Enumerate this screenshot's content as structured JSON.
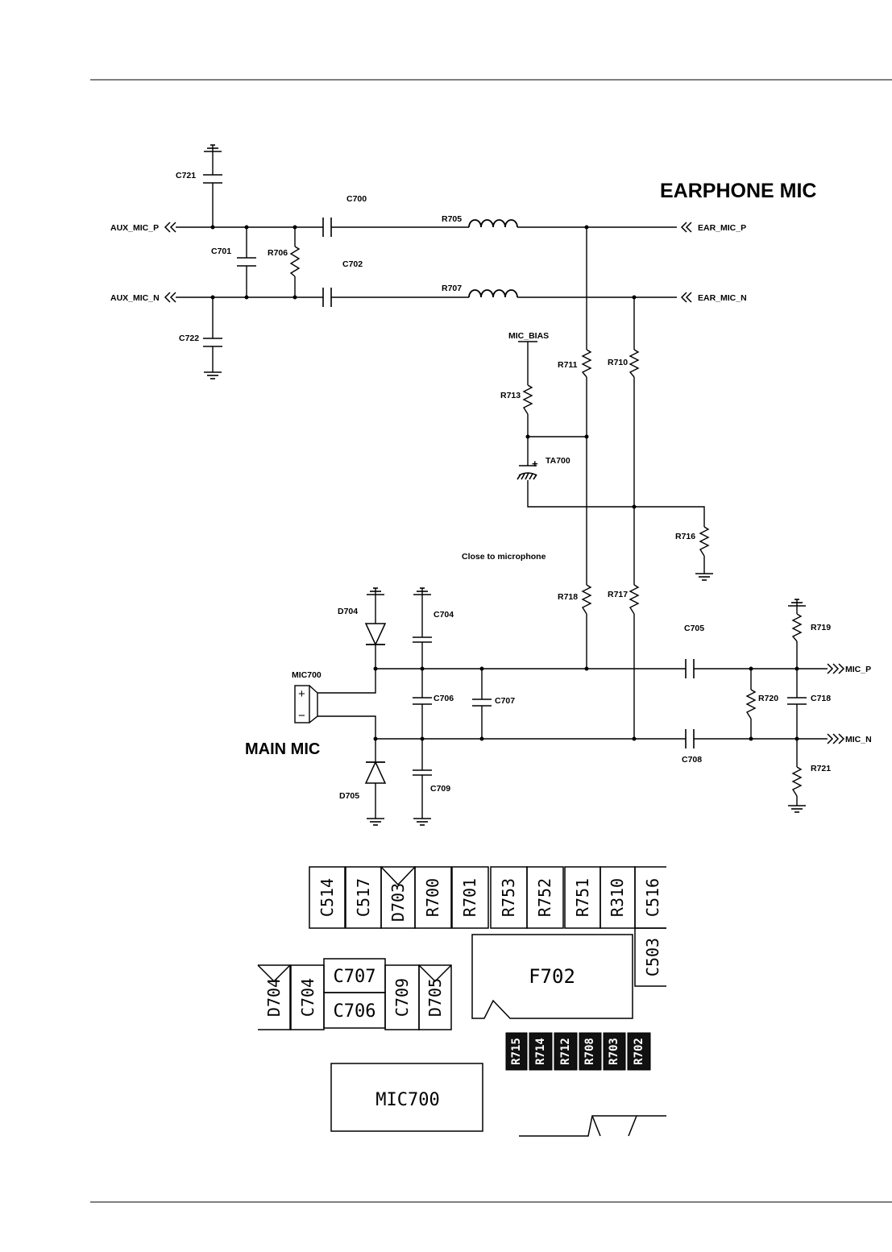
{
  "titles": {
    "earphone": "EARPHONE MIC",
    "main": "MAIN MIC"
  },
  "nets": {
    "aux_mic_p": "AUX_MIC_P",
    "aux_mic_n": "AUX_MIC_N",
    "ear_mic_p": "EAR_MIC_P",
    "ear_mic_n": "EAR_MIC_N",
    "mic_bias": "MIC_BIAS",
    "mic_p": "MIC_P",
    "mic_n": "MIC_N"
  },
  "note": "Close to microphone",
  "parts": {
    "c721": "C721",
    "c700": "C700",
    "c701": "C701",
    "r706": "R706",
    "c702": "C702",
    "c722": "C722",
    "r705": "R705",
    "r707": "R707",
    "r711": "R711",
    "r710": "R710",
    "r713": "R713",
    "ta700": "TA700",
    "ta700_plus": "+",
    "r716": "R716",
    "r718": "R718",
    "r717": "R717",
    "d704": "D704",
    "c704": "C704",
    "c705": "C705",
    "r719": "R719",
    "mic700": "MIC700",
    "mic_plus": "+",
    "mic_minus": "−",
    "c706": "C706",
    "c707": "C707",
    "r720": "R720",
    "c718": "C718",
    "c708": "C708",
    "r721": "R721",
    "d705": "D705",
    "c709": "C709"
  },
  "pcb_layout": {
    "top_row": [
      "C514",
      "C517",
      "D703",
      "R700",
      "R701",
      "R753",
      "R752",
      "R751",
      "R310",
      "C516"
    ],
    "c503": "C503",
    "f702": "F702",
    "left_vert": [
      "D704",
      "C704",
      "C709",
      "D705"
    ],
    "center_stack": [
      "C707",
      "C706"
    ],
    "small_row": [
      "R715",
      "R714",
      "R712",
      "R708",
      "R703",
      "R702"
    ],
    "mic700": "MIC700"
  }
}
